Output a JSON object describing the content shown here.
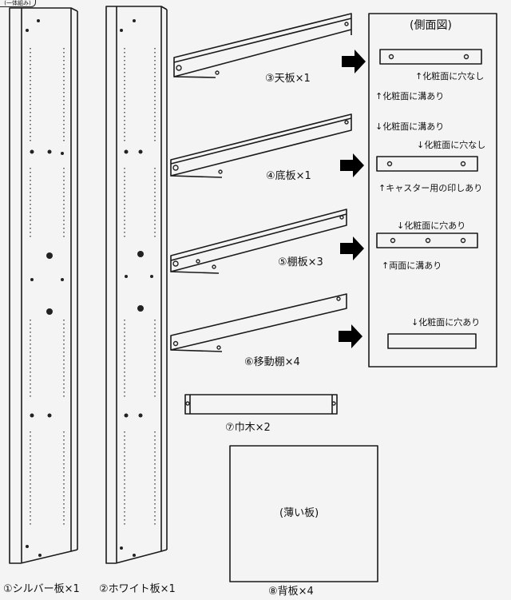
{
  "header_tag": "(一体組み)",
  "parts": {
    "p1": "①シルバー板×1",
    "p2": "②ホワイト板×1",
    "p3": "③天板×1",
    "p4": "④底板×1",
    "p5": "⑤棚板×3",
    "p6": "⑥移動棚×4",
    "p7": "⑦巾木×2",
    "p8": "⑧背板×4",
    "p8_center": "(薄い板)"
  },
  "side_view": {
    "title": "(側面図)",
    "top_note1": "↑化粧面に穴なし",
    "top_note2": "↑化粧面に溝あり",
    "bottom_note1": "↓化粧面に溝あり",
    "bottom_note2": "↓化粧面に穴なし",
    "bottom_note3": "↑キャスター用の印しあり",
    "shelf_note1": "↓化粧面に穴あり",
    "shelf_note2": "↑両面に溝あり",
    "move_note1": "↓化粧面に穴あり"
  }
}
